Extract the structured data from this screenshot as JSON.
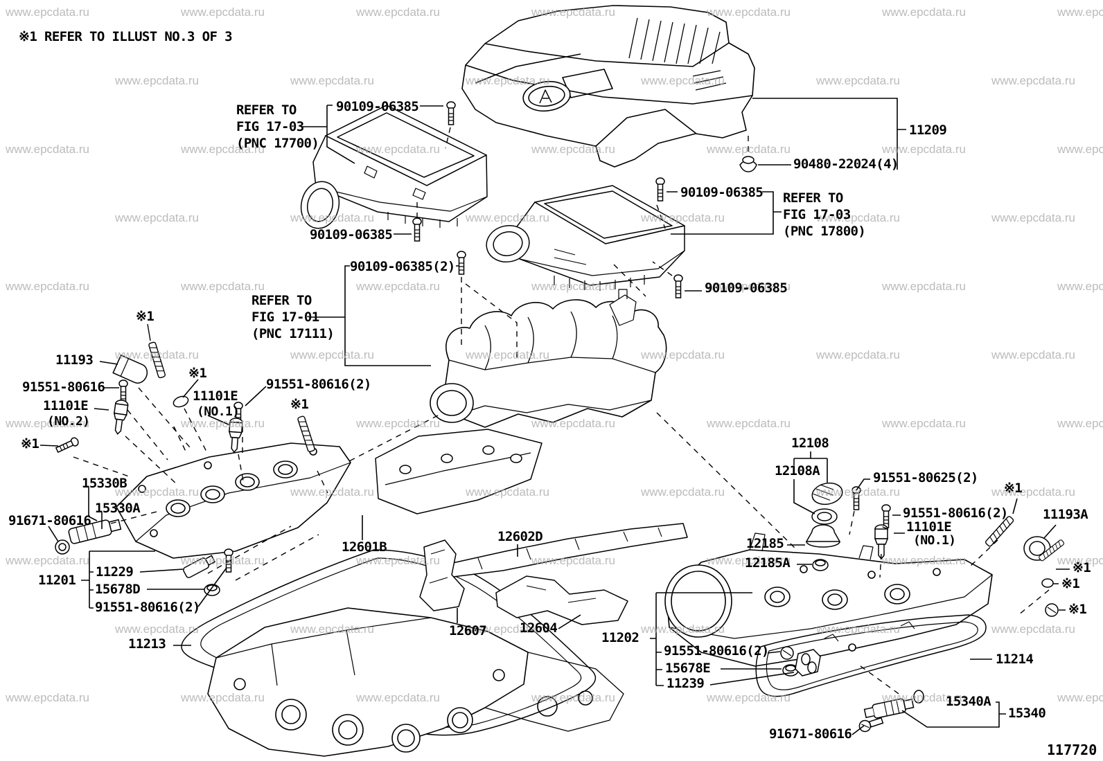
{
  "note": "※1 REFER TO ILLUST NO.3 OF 3",
  "watermark": "www.epcdata.ru",
  "figure_number": "117720",
  "colors": {
    "line": "#000000",
    "watermark": "#ababab",
    "background": "#ffffff"
  },
  "ref_blocks": [
    {
      "id": "fig-17-03-front",
      "lines": [
        "REFER TO",
        "FIG 17-03",
        "(PNC 17700)"
      ]
    },
    {
      "id": "fig-17-03-rear",
      "lines": [
        "REFER TO",
        "FIG 17-03",
        "(PNC 17800)"
      ]
    },
    {
      "id": "fig-17-01",
      "lines": [
        "REFER TO",
        "FIG 17-01",
        "(PNC 17111)"
      ]
    }
  ],
  "labels": [
    {
      "id": "bolt-aircleaner-1",
      "text": "90109-06385"
    },
    {
      "id": "engine-cover",
      "text": "11209"
    },
    {
      "id": "cover-cushion",
      "text": "90480-22024(4)"
    },
    {
      "id": "bolt-aircleaner-2",
      "text": "90109-06385"
    },
    {
      "id": "bolt-aircleaner-3",
      "text": "90109-06385"
    },
    {
      "id": "bolt-manifold",
      "text": "90109-06385(2)"
    },
    {
      "id": "bolt-aircleaner-4",
      "text": "90109-06385"
    },
    {
      "id": "ref-mark-stud-lh",
      "text": "※1"
    },
    {
      "id": "coil-dust-seal",
      "text": "11193"
    },
    {
      "id": "bolt-sensor-lh",
      "text": "91551-80616"
    },
    {
      "id": "cam-sensor-no2",
      "text": "11101E"
    },
    {
      "id": "cam-sensor-no2-sub",
      "text": "(NO.2)"
    },
    {
      "id": "ref-mark-washer",
      "text": "※1"
    },
    {
      "id": "cam-sensor-no1-mid",
      "text": "11101E"
    },
    {
      "id": "cam-sensor-no1-mid-sub",
      "text": "(NO.1)"
    },
    {
      "id": "bolt-sensor-mid",
      "text": "91551-80616(2)"
    },
    {
      "id": "ref-mark-stud-mid",
      "text": "※1"
    },
    {
      "id": "ref-mark-bolt-far-left",
      "text": "※1"
    },
    {
      "id": "oil-control-valve-b",
      "text": "15330B"
    },
    {
      "id": "oil-control-valve-a",
      "text": "15330A"
    },
    {
      "id": "plug-screw-lh",
      "text": "91671-80616"
    },
    {
      "id": "head-cover-lh",
      "text": "11201"
    },
    {
      "id": "ventilation-valve",
      "text": "11229"
    },
    {
      "id": "valve-grommet-lh",
      "text": "15678D"
    },
    {
      "id": "bolt-cover-lh",
      "text": "91551-80616(2)"
    },
    {
      "id": "head-gasket-lh",
      "text": "11213"
    },
    {
      "id": "insulator-no1",
      "text": "12601B"
    },
    {
      "id": "insulator-no2",
      "text": "12602D"
    },
    {
      "id": "insulator-no4",
      "text": "12607"
    },
    {
      "id": "insulator-no3",
      "text": "12604"
    },
    {
      "id": "oil-filler-cap",
      "text": "12108"
    },
    {
      "id": "oil-filler-cap-gasket",
      "text": "12108A"
    },
    {
      "id": "bolt-filler-tube",
      "text": "91551-80625(2)"
    },
    {
      "id": "bolt-sensor-rh",
      "text": "91551-80616(2)"
    },
    {
      "id": "cam-sensor-no1-rh",
      "text": "11101E"
    },
    {
      "id": "cam-sensor-no1-rh-sub",
      "text": "(NO.1)"
    },
    {
      "id": "oil-filler-tube",
      "text": "12185"
    },
    {
      "id": "filler-tube-gasket",
      "text": "12185A"
    },
    {
      "id": "ref-mark-stud-rh",
      "text": "※1"
    },
    {
      "id": "seal-washer-rh",
      "text": "11193A"
    },
    {
      "id": "ref-mark-r1",
      "text": "※1"
    },
    {
      "id": "ref-mark-r2",
      "text": "※1"
    },
    {
      "id": "ref-mark-r3",
      "text": "※1"
    },
    {
      "id": "head-cover-rh",
      "text": "11202"
    },
    {
      "id": "bolt-cover-rh",
      "text": "91551-80616(2)"
    },
    {
      "id": "valve-grommet-rh",
      "text": "15678E"
    },
    {
      "id": "ventilation-case",
      "text": "11239"
    },
    {
      "id": "head-gasket-rh",
      "text": "11214"
    },
    {
      "id": "oil-pressure-sw-ring",
      "text": "15340A"
    },
    {
      "id": "oil-pressure-switch",
      "text": "15340"
    },
    {
      "id": "plug-screw-rh",
      "text": "91671-80616"
    }
  ]
}
